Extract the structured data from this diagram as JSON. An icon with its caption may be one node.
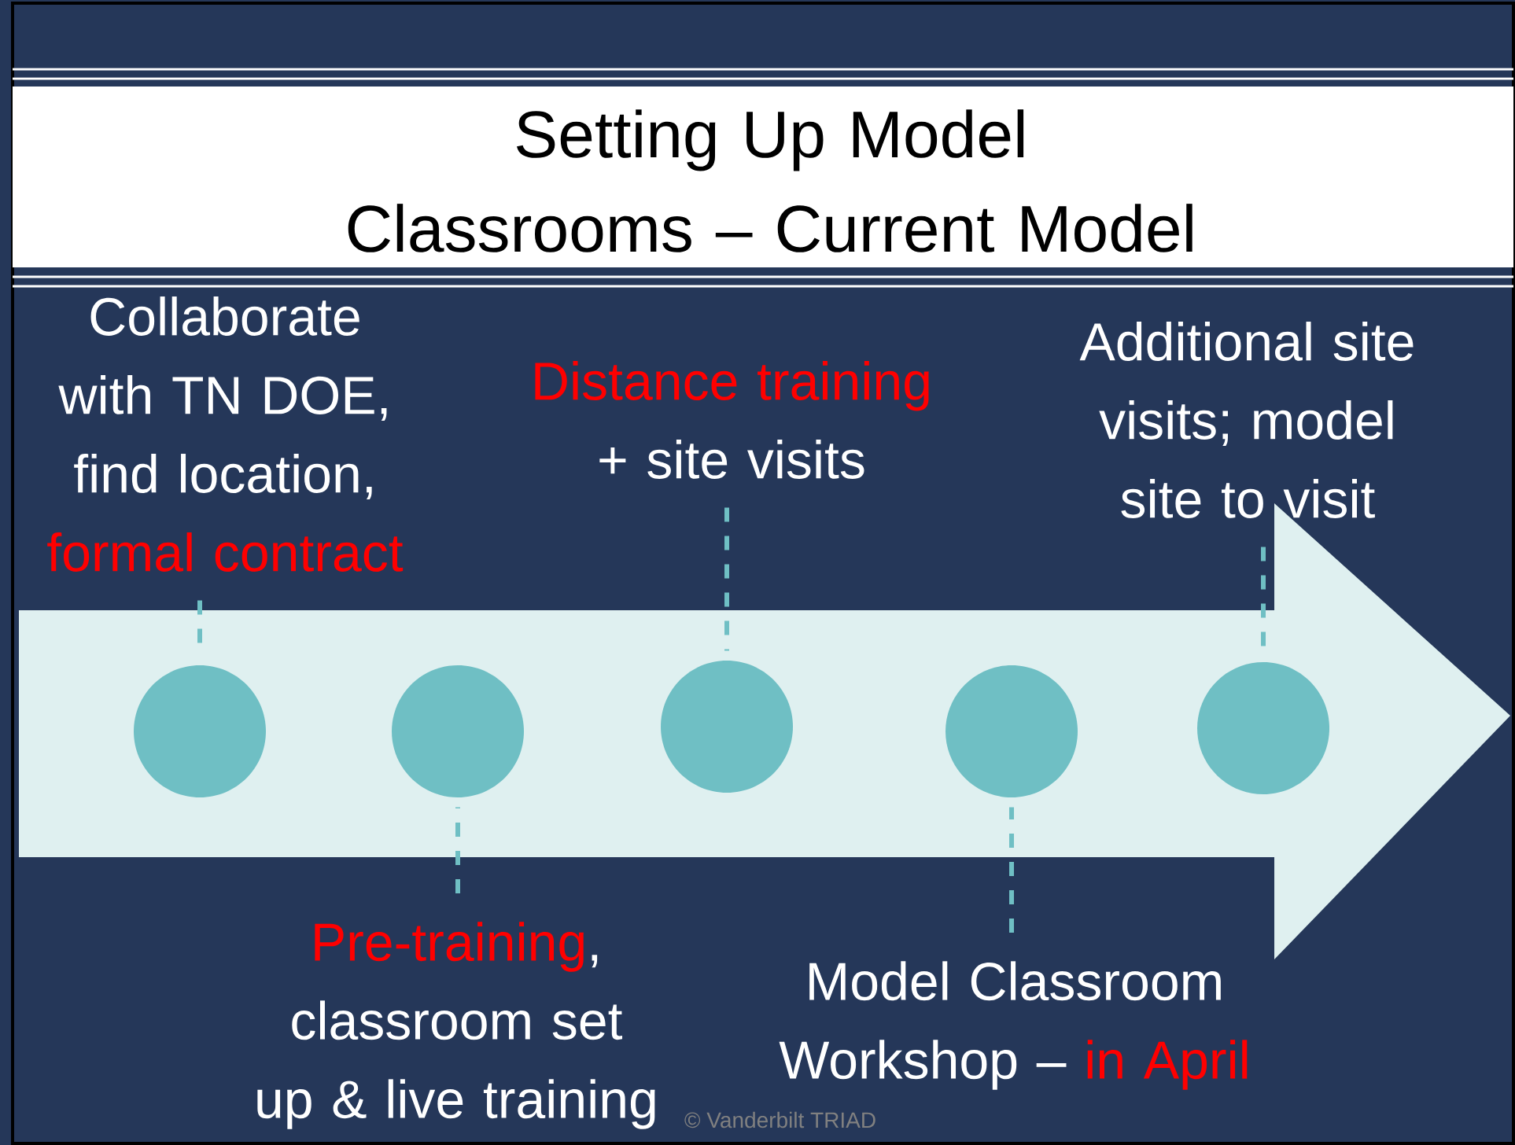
{
  "diagram": {
    "title": "Setting Up Model Classrooms – Current Model",
    "nodes": [
      {
        "text": [
          "Collaborate with TN DOE, find location,",
          "formal contract"
        ]
      },
      {
        "text": [
          "Pre-training",
          ", classroom set up & live training"
        ]
      },
      {
        "text": [
          "Distance training",
          "+ site visits"
        ]
      },
      {
        "text": [
          "Model Classroom Workshop –",
          "in April"
        ]
      },
      {
        "text": [
          "Additional site visits; model site to visit"
        ]
      },
      {
        "text": [],
        "shape": "arrow"
      },
      {
        "text": [],
        "shape": "circle",
        "in": 5
      },
      {
        "text": [],
        "shape": "circle",
        "in": 5
      },
      {
        "text": [],
        "shape": "circle",
        "in": 5
      },
      {
        "text": [],
        "shape": "circle",
        "in": 5
      },
      {
        "text": [],
        "shape": "circle",
        "in": 5
      }
    ],
    "edges": [
      {
        "from": 0,
        "to": 6,
        "arrow": "none",
        "style": "dashed"
      },
      {
        "from": 1,
        "to": 7,
        "arrow": "none",
        "style": "dashed"
      },
      {
        "from": 2,
        "to": 8,
        "arrow": "none",
        "style": "dashed"
      },
      {
        "from": 3,
        "to": 9,
        "arrow": "none",
        "style": "dashed"
      },
      {
        "from": 4,
        "to": 10,
        "arrow": "none",
        "style": "dashed"
      }
    ],
    "labels": [
      "© Vanderbilt TRIAD"
    ]
  }
}
